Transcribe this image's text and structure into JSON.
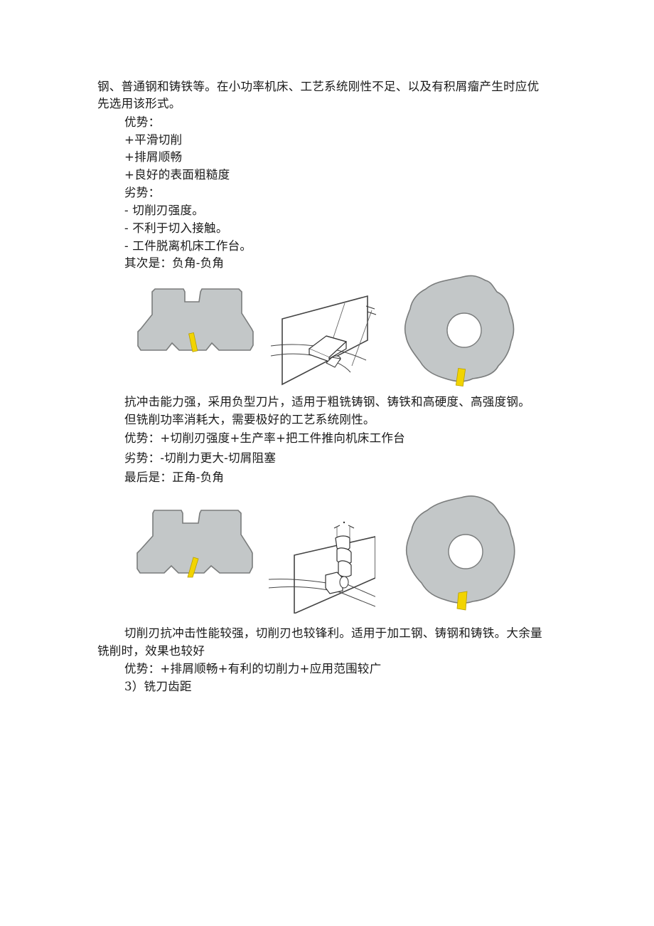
{
  "document": {
    "intro": {
      "line1": "钢、普通钢和铸铁等。在小功率机床、工艺系统刚性不足、以及有积屑瘤产生时应优",
      "line2": "先选用该形式。"
    },
    "section1": {
      "advantages_label": "优势：",
      "advantages": [
        "+平滑切削",
        "+排屑顺畅",
        "+良好的表面粗糙度"
      ],
      "disadvantages_label": "劣势：",
      "disadvantages": [
        "-  切削刃强度。",
        "-  不利于切入接触。",
        "-  工件脱离机床工作台。"
      ]
    },
    "section2": {
      "heading": "其次是：负角-负角",
      "figures": [
        "insert-side-view-negative",
        "chip-flow-diagram-negative",
        "cutter-face-view-negative"
      ],
      "desc_line1": "抗冲击能力强，采用负型刀片，适用于粗铣铸钢、铸铁和高硬度、高强度钢。",
      "desc_line2": "但铣削功率消耗大，需要极好的工艺系统刚性。",
      "advantages": "优势：+切削刃强度+生产率+把工件推向机床工作台",
      "disadvantages": "劣势：-切削力更大-切屑阻塞"
    },
    "section3": {
      "heading": "最后是：正角-负角",
      "figures": [
        "insert-side-view-positive-negative",
        "chip-flow-diagram-spiral",
        "cutter-face-view-positive-negative"
      ],
      "desc_line1": "切削刃抗冲击性能较强，切削刃也较锋利。适用于加工钢、铸钢和铸铁。大余量",
      "desc_line2": "铣削时，效果也较好",
      "advantages": "优势：+排屑顺畅+有利的切削力+应用范围较广"
    },
    "next_heading": "3）铣刀齿距",
    "colors": {
      "body_fill": "#c3c7c8",
      "body_stroke": "#7a7c7c",
      "insert_fill": "#f2d400",
      "text": "#1a1a1a"
    }
  }
}
